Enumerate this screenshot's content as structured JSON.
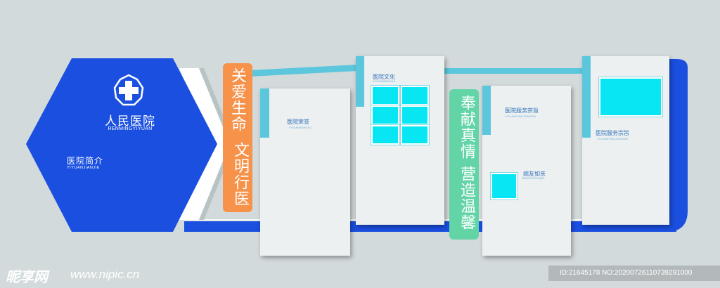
{
  "hospital": {
    "name": "人民医院",
    "pinyin": "RENMINGYIYUAN",
    "intro_title": "医院简介",
    "intro_pinyin": "YIYUANJIANJIE",
    "logo_icon": "cross-icon"
  },
  "banners": [
    {
      "col1": "关爱生命",
      "col2": "文明行医",
      "color": "#f7924a"
    },
    {
      "col1": "奉献真情",
      "col2": "营造温馨",
      "color": "#62d4a6"
    }
  ],
  "panels": [
    {
      "title": "医院荣誉",
      "subtitle": "YIYUANRONGYU"
    },
    {
      "title": "医院文化",
      "subtitle": "YIYUANWENHUA"
    },
    {
      "title": "医院服务宗旨",
      "subtitle": "YIYUANFUWUZONGZHI",
      "subtitle2": "病友如亲",
      "subtitle2_pinyin": "BINGYOURUQIN"
    },
    {
      "title": "医院服务宗旨",
      "subtitle": "YIYUANFUWUZONGZHI"
    }
  ],
  "watermark": {
    "brand": "昵享网",
    "url": "www.nipic.cn",
    "id_text": "ID:21645178 NO:20200726110739291000"
  },
  "colors": {
    "background": "#d3dadb",
    "primary_blue": "#1a4fe0",
    "accent_cyan": "#5cc7dc",
    "image_cyan": "#08e6f4"
  }
}
